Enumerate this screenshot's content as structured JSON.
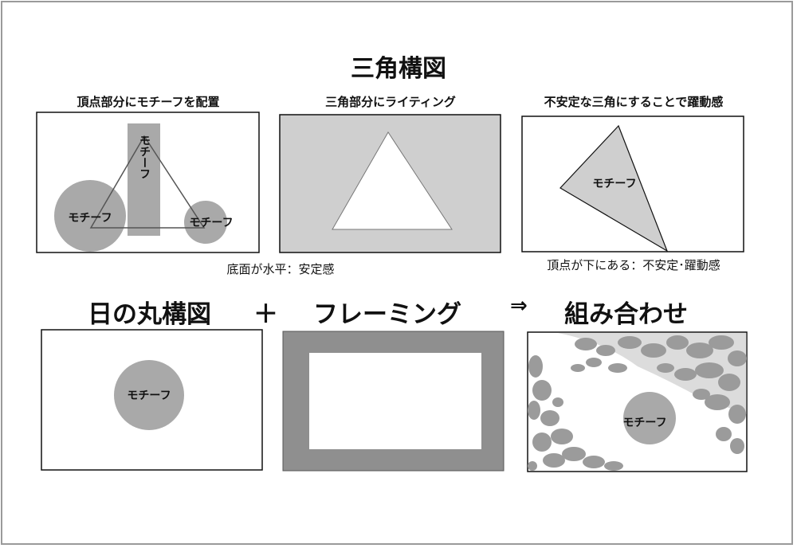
{
  "title": "三角構図",
  "top_captions": {
    "left": "頂点部分にモチーフを配置",
    "middle": "三角部分にライティング",
    "right": "不安定な三角にすることで躍動感"
  },
  "bottom_notes": {
    "left": "底面が水平：安定感",
    "right": "頂点が下にある：不安定･躍動感"
  },
  "motif_label": "モチーフ",
  "equation": {
    "term1": "日の丸構図",
    "plus": "＋",
    "term2": "フレーミング",
    "arrow": "⇒",
    "result": "組み合わせ"
  },
  "colors": {
    "gray_fill": "#a9a9a9",
    "light_gray": "#cfcfcf",
    "frame_gray": "#8f8f8f",
    "border": "#111111",
    "foliage": "#9b9b9b"
  }
}
